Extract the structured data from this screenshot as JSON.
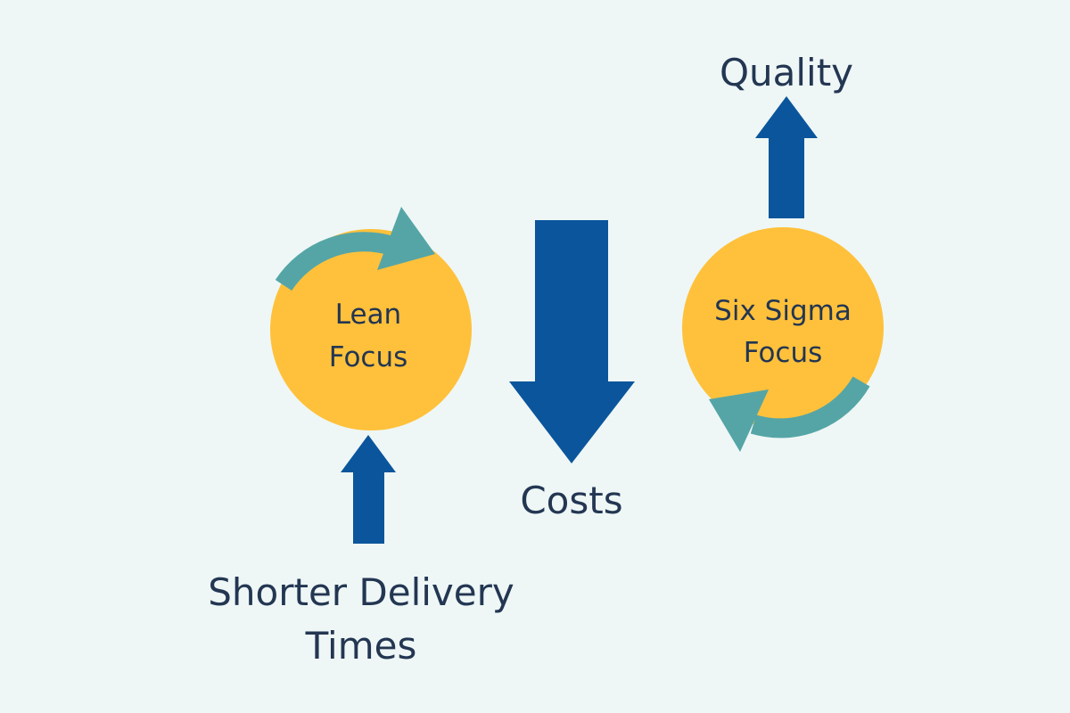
{
  "colors": {
    "background": "#EEF7F6",
    "circle": "#FFC13B",
    "cycle_arrow": "#55A5A6",
    "arrow": "#0B559C",
    "text": "#233652"
  },
  "lean": {
    "line1": "Lean",
    "line2": "Focus"
  },
  "six_sigma": {
    "line1": "Six Sigma",
    "line2": "Focus"
  },
  "labels": {
    "quality": "Quality",
    "costs": "Costs",
    "delivery_line1": "Shorter Delivery",
    "delivery_line2": "Times"
  }
}
